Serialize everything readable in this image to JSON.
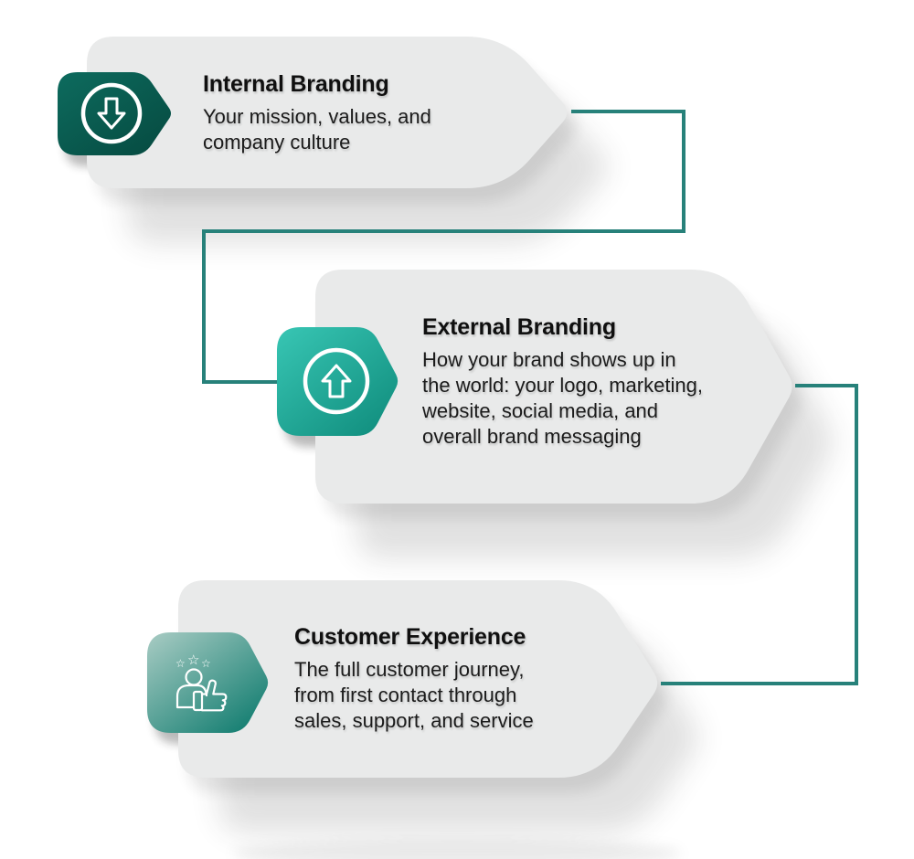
{
  "page": {
    "background": "#ffffff"
  },
  "diagram": {
    "type": "branding-flow-infographic",
    "accent_color": "#27817A",
    "card_color": "#E9EAEA",
    "cards": [
      {
        "title": "Internal Branding",
        "description": "Your mission, values, and\ncompany culture",
        "icon": "arrow-down-circle-icon",
        "badge_gradient": [
          "#0D6B5E",
          "#064B41"
        ]
      },
      {
        "title": "External Branding",
        "description": "How your brand shows up in\nthe world: your logo, marketing,\nwebsite, social media, and\noverall brand messaging",
        "icon": "arrow-up-circle-icon",
        "badge_gradient": [
          "#38C6B4",
          "#108D7D"
        ]
      },
      {
        "title": "Customer Experience",
        "description": "The full customer journey,\nfrom first contact through\nsales, support, and service",
        "icon": "customer-satisfaction-icon",
        "badge_gradient": [
          "#A9CCC4",
          "#0E7B6E"
        ]
      }
    ]
  }
}
